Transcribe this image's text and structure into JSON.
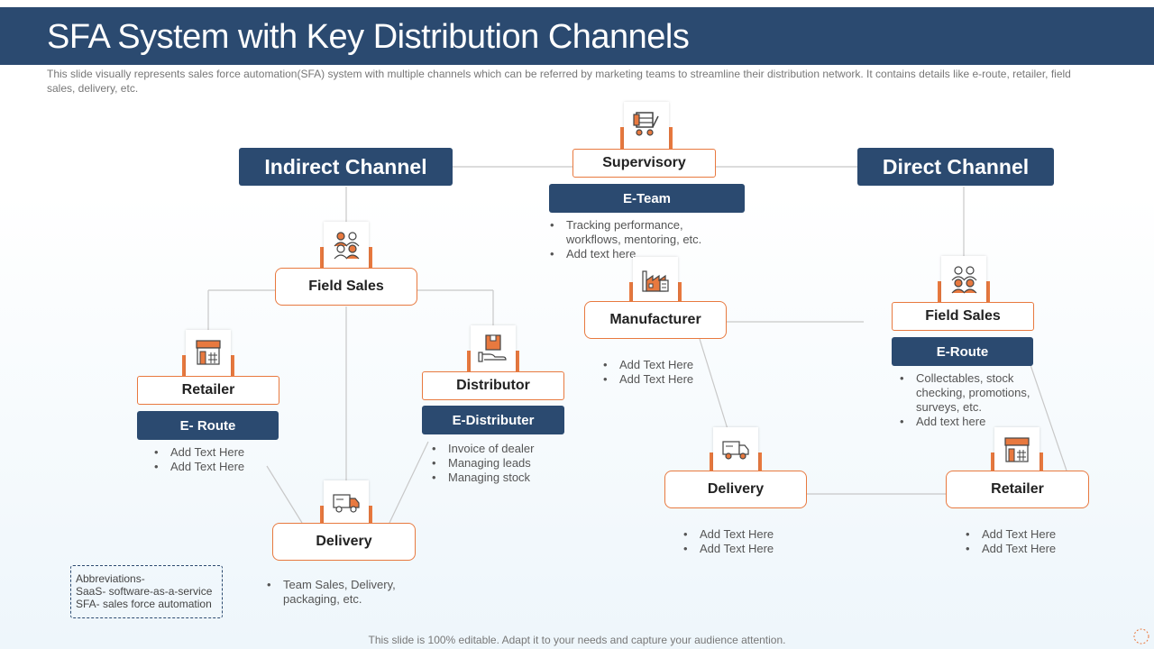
{
  "header": {
    "title": "SFA System with Key Distribution Channels",
    "description": "This slide visually represents sales force automation(SFA) system with multiple channels which can be referred  by marketing teams to streamline their distribution network. It contains details like e-route, retailer, field sales, delivery, etc."
  },
  "channels": {
    "indirect": "Indirect Channel",
    "direct": "Direct Channel"
  },
  "center": {
    "supervisory": "Supervisory",
    "eteam": "E-Team",
    "eteam_bullets": [
      "Tracking performance, workflows,  mentoring, etc.",
      "Add text here"
    ]
  },
  "indirect": {
    "field_sales": "Field Sales",
    "retailer": "Retailer",
    "eroute": "E- Route",
    "eroute_bullets": [
      "Add Text Here",
      "Add Text Here"
    ],
    "distributor": "Distributor",
    "edistributer": "E-Distributer",
    "edistributer_bullets": [
      "Invoice  of dealer",
      "Managing leads",
      "Managing stock"
    ],
    "delivery": "Delivery",
    "delivery_bullets": [
      "Team Sales, Delivery, packaging, etc."
    ]
  },
  "direct": {
    "manufacturer": "Manufacturer",
    "manufacturer_bullets": [
      "Add Text Here",
      "Add Text Here"
    ],
    "field_sales": "Field Sales",
    "eroute": "E-Route",
    "eroute_bullets": [
      "Collectables, stock checking, promotions, surveys, etc.",
      "Add text here"
    ],
    "delivery": "Delivery",
    "delivery_bullets": [
      "Add Text Here",
      "Add Text Here"
    ],
    "retailer": "Retailer",
    "retailer_bullets": [
      "Add Text Here",
      "Add Text Here"
    ]
  },
  "abbreviations": {
    "heading": "Abbreviations-",
    "line1": "SaaS- software-as-a-service",
    "line2": "SFA-  sales force automation"
  },
  "footer": "This slide is 100% editable. Adapt it to your  needs and capture your audience attention.",
  "colors": {
    "navy": "#2b4a70",
    "orange": "#e8793f"
  },
  "icons": {
    "supervisory": "delivery-cart-icon",
    "field_sales": "team-people-icon",
    "retailer": "storefront-icon",
    "distributor": "package-hand-icon",
    "delivery": "delivery-truck-icon",
    "manufacturer": "factory-icon"
  }
}
